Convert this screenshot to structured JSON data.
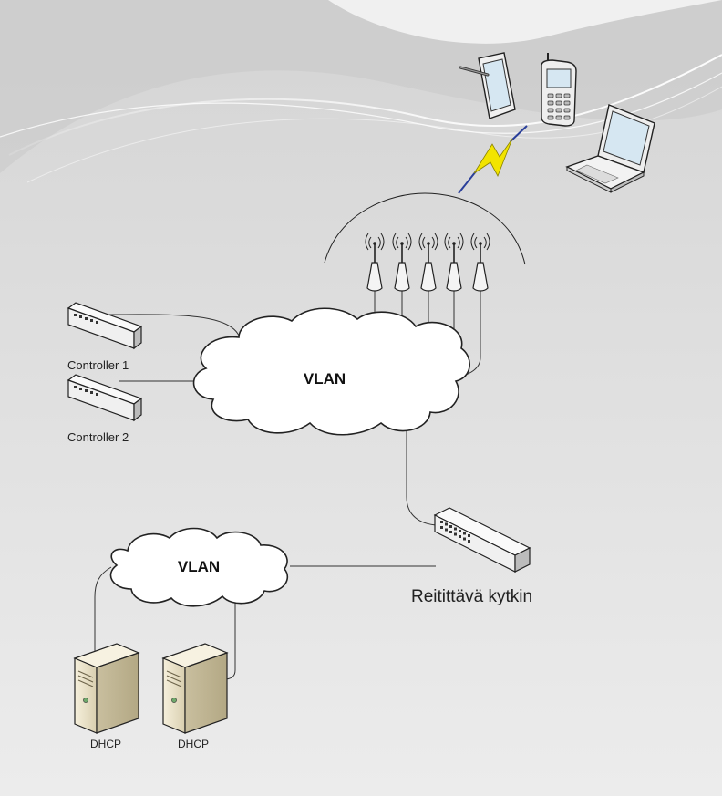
{
  "diagram": {
    "clouds": {
      "top": "VLAN",
      "bottom": "VLAN"
    },
    "controllers": {
      "c1": "Controller 1",
      "c2": "Controller 2"
    },
    "router": {
      "label": "Reitittävä kytkin"
    },
    "servers": {
      "s1": "DHCP",
      "s2": "DHCP"
    },
    "icons": {
      "tablet": "tablet-icon",
      "phone": "mobile-phone-icon",
      "laptop": "laptop-icon",
      "wireless": "lightning-bolt-icon",
      "access_point": "access-point-icon",
      "switch": "network-switch-icon",
      "server": "server-icon"
    },
    "colors": {
      "background": "#e3e3e3",
      "bolt": "#f2e400",
      "cloud": "#ffffff",
      "server": "#e9e0c6"
    }
  }
}
